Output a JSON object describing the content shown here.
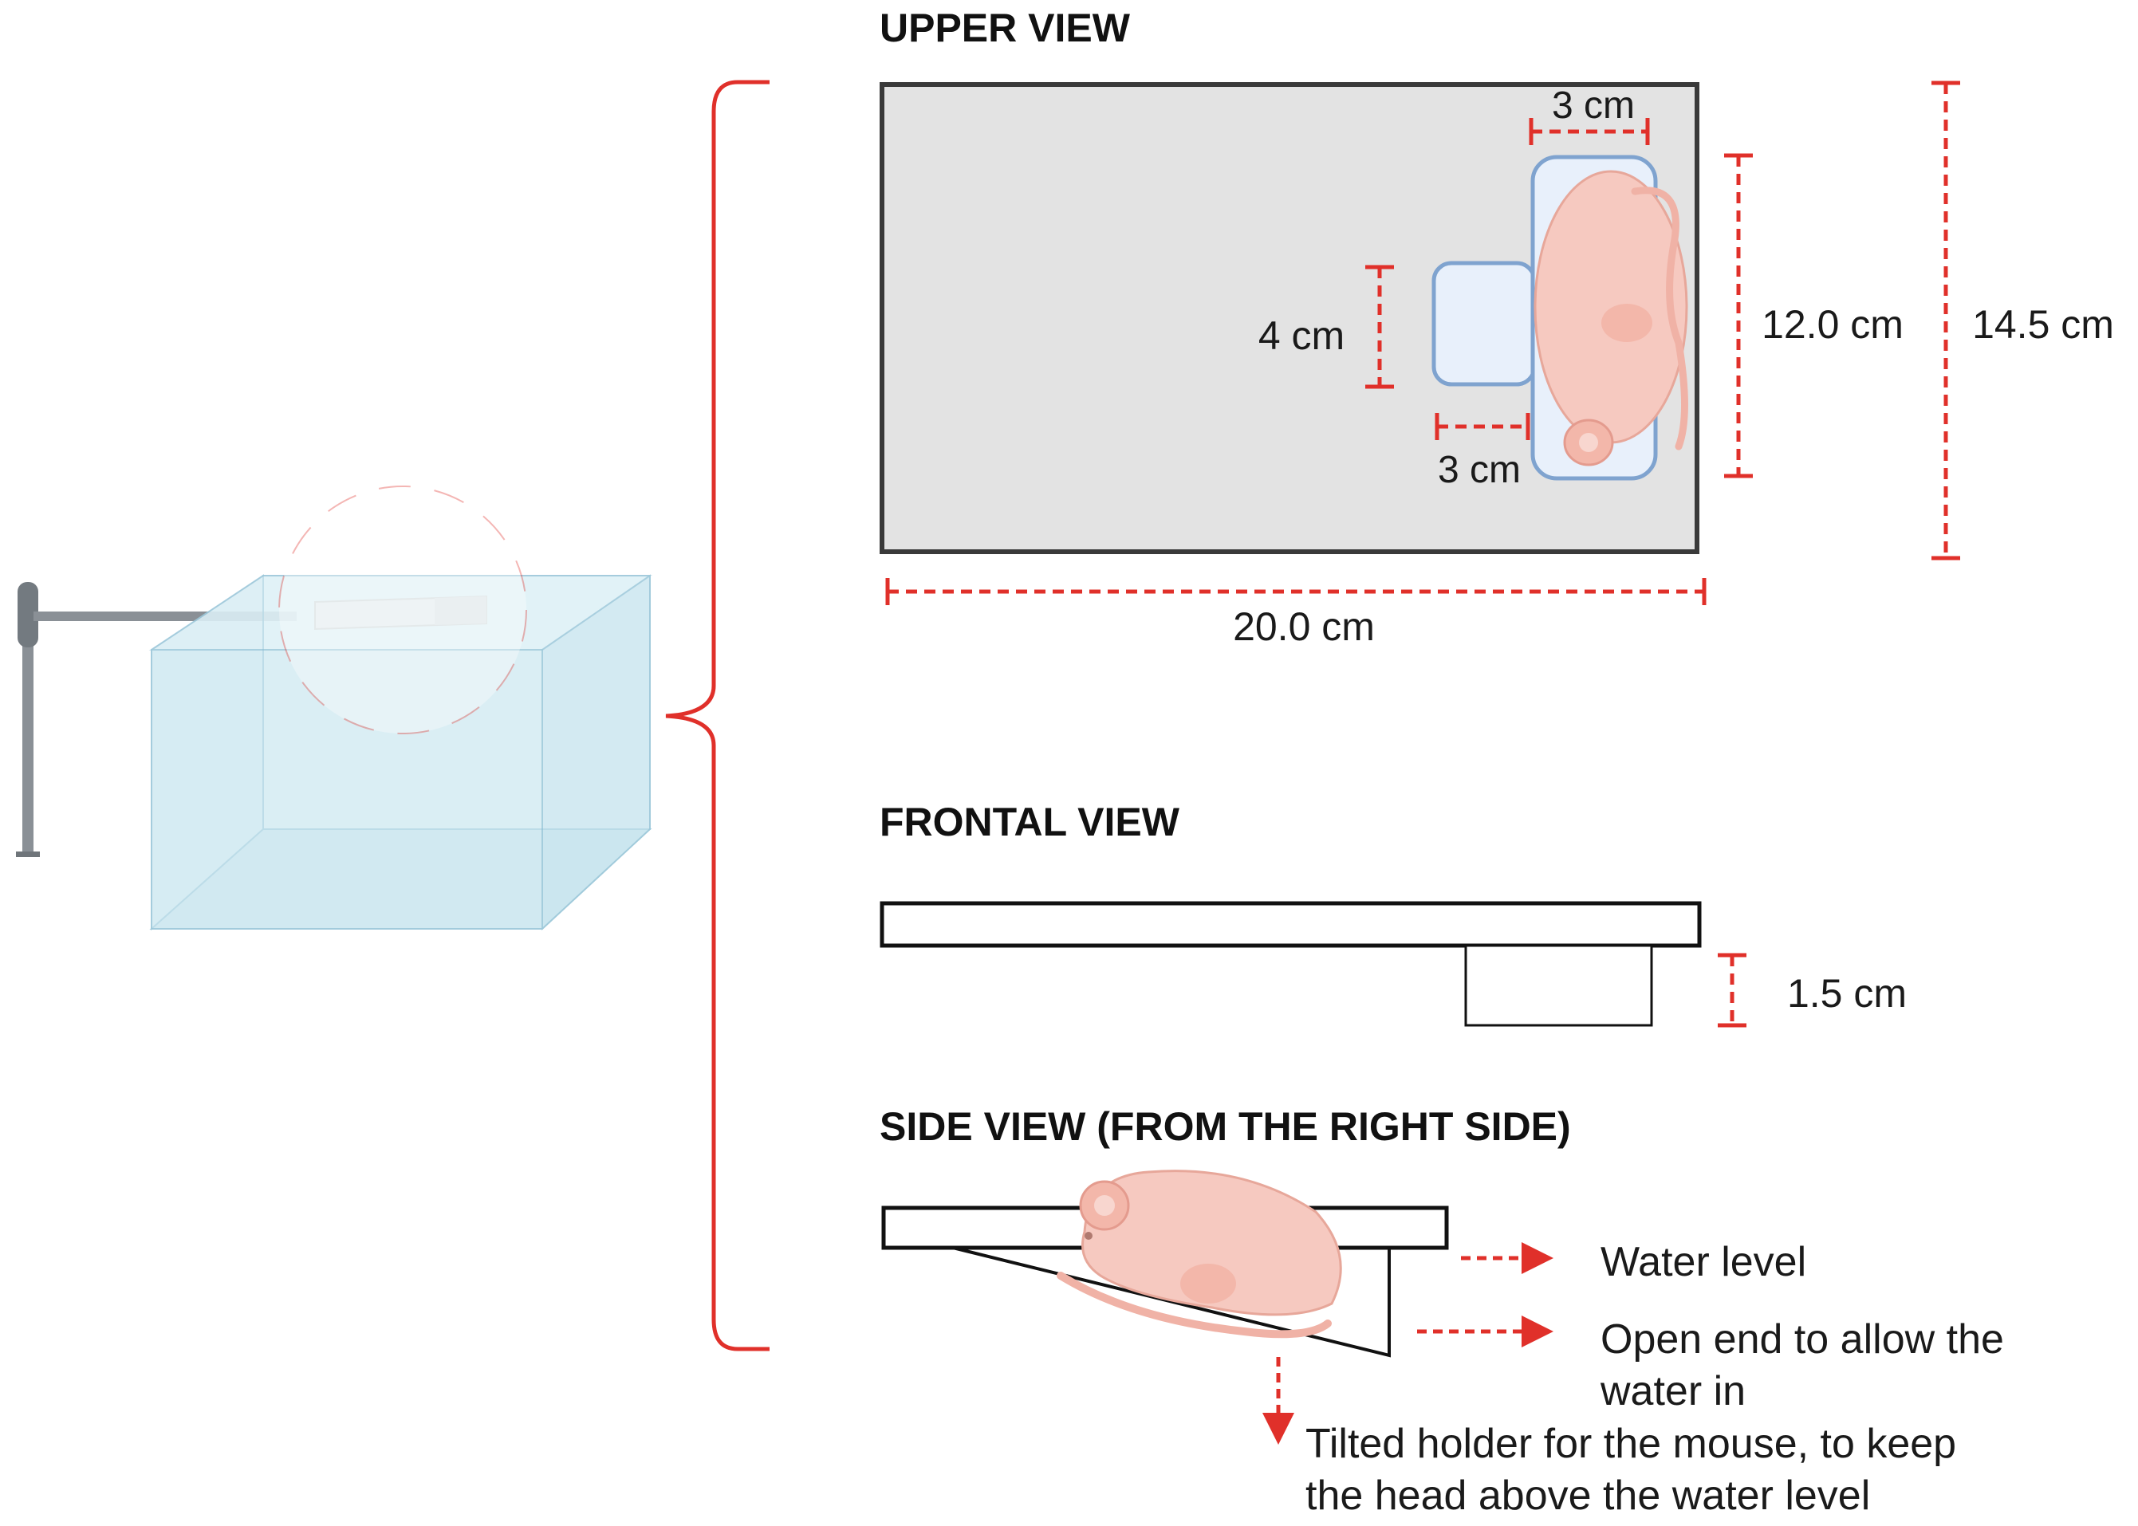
{
  "views": {
    "upper": {
      "heading": "UPPER VIEW",
      "width_label": "20.0 cm",
      "height_label": "14.5 cm",
      "holder_length_label": "12.0 cm",
      "holder_width_label": "3 cm",
      "platform_height_label": "4 cm",
      "platform_width_label": "3 cm"
    },
    "frontal": {
      "heading": "FRONTAL VIEW",
      "block_height_label": "1.5 cm"
    },
    "side": {
      "heading": "SIDE VIEW (FROM THE RIGHT SIDE)",
      "annotations": {
        "water_level": "Water level",
        "open_end_line1": "Open end to allow the",
        "open_end_line2": "water in",
        "tilted_line1": "Tilted holder for the mouse, to keep",
        "tilted_line2": "the head above the water level"
      }
    }
  },
  "colors": {
    "dimension_red": "#e0302a",
    "holder_blue": "#7fa3cf",
    "holder_fill": "#e8f0fb",
    "board_grey": "#e3e3e3",
    "mouse_pink": "#f6c9c0",
    "tank_blue": "#bfe3ef"
  }
}
